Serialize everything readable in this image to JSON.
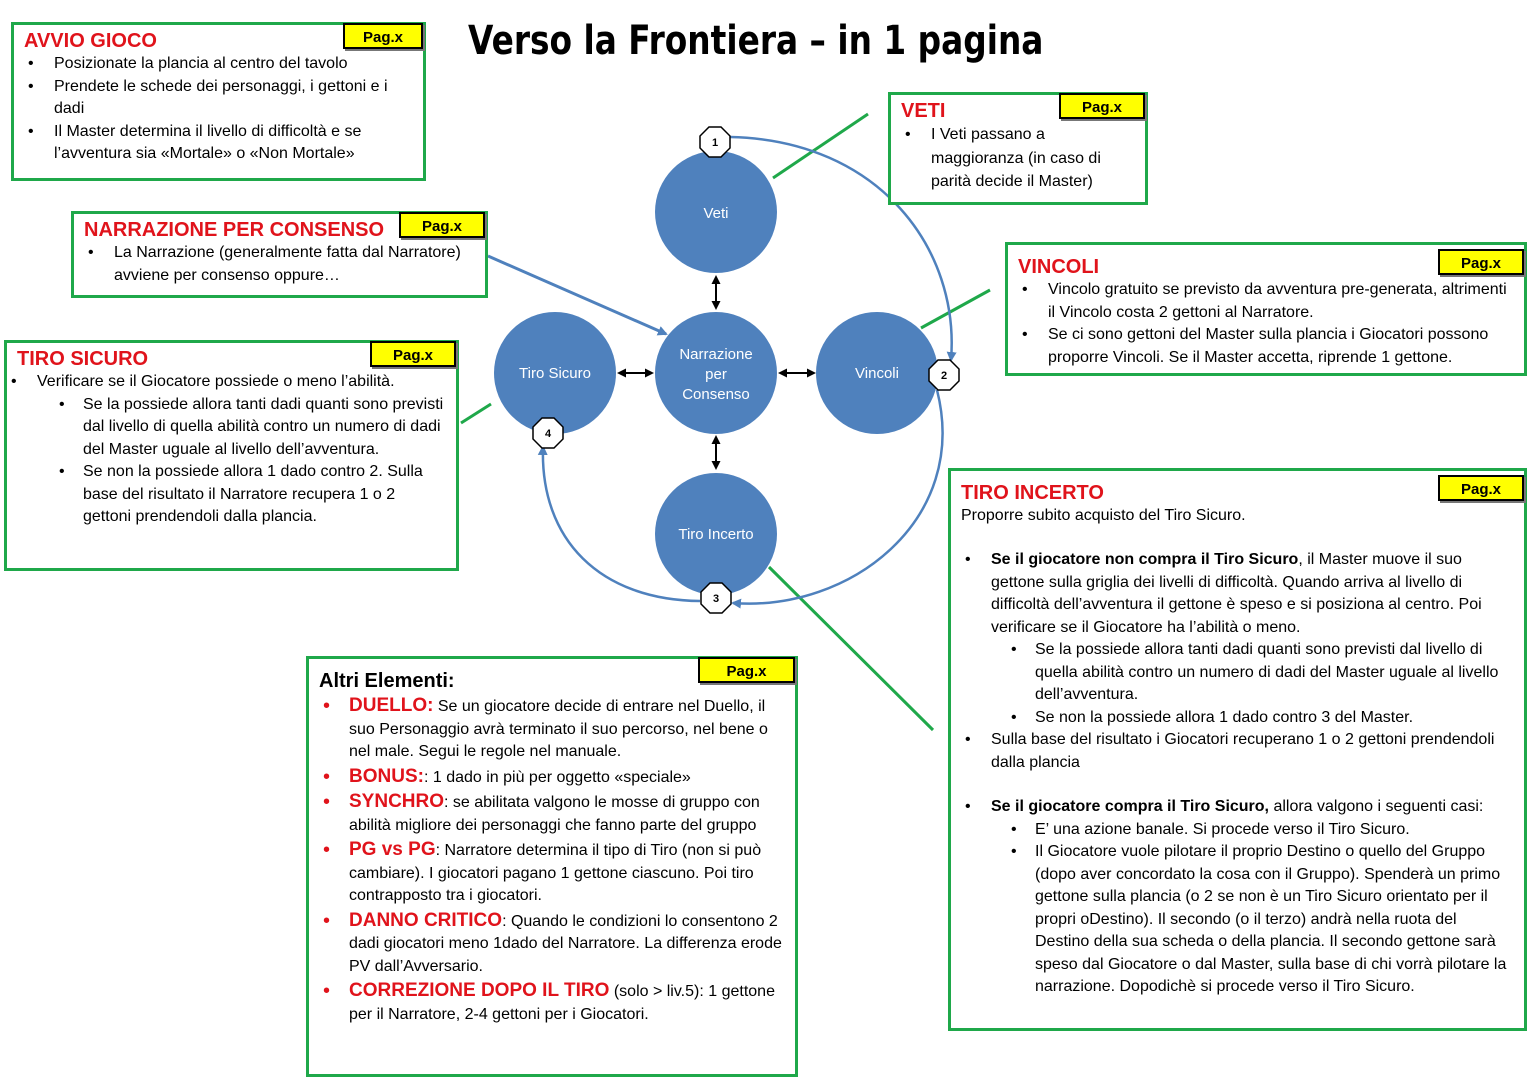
{
  "title": "Verso la Frontiera – in 1 pagina",
  "pag_label": "Pag.x",
  "colors": {
    "box_border": "#1fa84a",
    "heading_red": "#e0131b",
    "node_fill": "#4f81bd",
    "badge_fill": "#ffff00"
  },
  "diagram": {
    "nodes": {
      "veti": "Veti",
      "center_line1": "Narrazione",
      "center_line2": "per",
      "center_line3": "Consenso",
      "vincoli": "Vincoli",
      "tiro_sicuro": "Tiro Sicuro",
      "tiro_incerto": "Tiro Incerto"
    },
    "badges": [
      "1",
      "2",
      "3",
      "4"
    ]
  },
  "avvio": {
    "heading": "AVVIO GIOCO",
    "items": [
      "Posizionate la plancia al centro del tavolo",
      "Prendete le schede dei personaggi, i gettoni e i dadi",
      "Il Master determina il livello di difficoltà e se l’avventura sia «Mortale» o «Non Mortale»"
    ]
  },
  "narrazione": {
    "heading": "NARRAZIONE PER CONSENSO",
    "items": [
      "La Narrazione (generalmente fatta dal Narratore)  avviene per consenso oppure…"
    ]
  },
  "tiro_sicuro": {
    "heading": "TIRO SICURO",
    "item": "Verificare se il Giocatore possiede o meno l’abilità.",
    "sub": [
      "Se la possiede allora tanti dadi quanti sono previsti dal livello di quella abilità contro un numero di dadi del Master uguale al livello dell’avventura.",
      "Se non la possiede allora 1 dado contro 2. Sulla base del risultato il Narratore recupera 1 o 2 gettoni prendendoli dalla plancia."
    ]
  },
  "veti": {
    "heading": "VETI",
    "items": [
      "I Veti passano a maggioranza (in caso di parità decide il Master)"
    ]
  },
  "vincoli": {
    "heading": "VINCOLI",
    "items": [
      "Vincolo gratuito se previsto da avventura pre-generata, altrimenti il Vincolo  costa 2 gettoni al Narratore.",
      "Se ci sono gettoni del Master sulla plancia i Giocatori possono proporre Vincoli. Se il Master accetta, riprende 1 gettone."
    ]
  },
  "tiro_incerto": {
    "heading": "TIRO INCERTO",
    "intro": "Proporre subito acquisto del Tiro Sicuro.",
    "case1_bold": "Se il giocatore non compra il Tiro Sicuro",
    "case1_rest": ", il Master muove il suo gettone sulla griglia dei livelli di difficoltà. Quando arriva al livello di difficoltà dell’avventura il gettone è speso e si posiziona al centro. Poi verificare se il Giocatore ha l’abilità o meno.",
    "case1_sub": [
      "Se la possiede allora tanti dadi quanti sono previsti dal livello di quella abilità contro un numero di dadi del Master uguale al livello dell’avventura.",
      "Se non la possiede allora 1 dado contro 3 del Master."
    ],
    "case1_after": "Sulla base del risultato i Giocatori recuperano 1 o 2 gettoni prendendoli dalla plancia",
    "case2_bold": "Se il giocatore compra il Tiro Sicuro,",
    "case2_rest": " allora valgono i seguenti casi:",
    "case2_sub": [
      "E’ una azione banale. Si procede verso il Tiro Sicuro.",
      "Il Giocatore vuole pilotare il proprio Destino o quello del Gruppo (dopo aver concordato la cosa con il Gruppo). Spenderà un primo gettone sulla plancia (o 2 se non è un Tiro Sicuro orientato per il propri oDestino). Il secondo (o il terzo) andrà nella ruota del Destino della sua scheda o della plancia. Il secondo gettone sarà speso dal Giocatore o dal Master, sulla base di chi vorrà pilotare la narrazione. Dopodichè si procede verso il Tiro Sicuro."
    ]
  },
  "altri": {
    "heading": "Altri Elementi:",
    "items": [
      {
        "key": "DUELLO:",
        "text": " Se un giocatore decide di entrare nel Duello, il suo Personaggio avrà terminato il suo percorso, nel bene o nel male. Segui le regole nel manuale."
      },
      {
        "key": "BONUS:",
        "text": ": 1 dado in più per oggetto «speciale»"
      },
      {
        "key": "SYNCHRO",
        "text": ": se abilitata  valgono le mosse di gruppo con abilità migliore dei personaggi che fanno parte del gruppo"
      },
      {
        "key": "PG vs PG",
        "text": ": Narratore determina il tipo di Tiro (non si può cambiare). I giocatori pagano 1 gettone ciascuno. Poi tiro contrapposto tra i giocatori."
      },
      {
        "key": "DANNO CRITICO",
        "text": ": Quando le condizioni lo consentono 2 dadi giocatori meno 1dado del Narratore. La differenza erode PV dall’Avversario."
      },
      {
        "key": "CORREZIONE DOPO IL TIRO",
        "text": " (solo > liv.5): 1 gettone per il Narratore, 2-4 gettoni per i Giocatori."
      }
    ]
  }
}
